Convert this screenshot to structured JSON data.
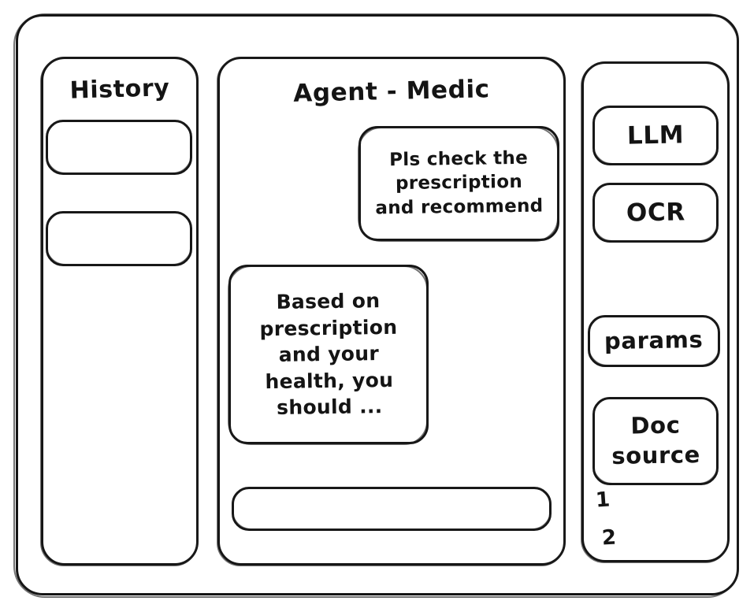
{
  "window": {
    "frame_label": "app-window"
  },
  "sidebar": {
    "title": "History",
    "items": [
      {
        "label": ""
      },
      {
        "label": ""
      }
    ]
  },
  "main": {
    "title": "Agent - Medic",
    "messages": [
      {
        "role": "user",
        "text": "Pls check the\nprescription\nand recommend"
      },
      {
        "role": "agent",
        "text": "Based on\nprescription\nand your\nhealth, you\nshould ..."
      }
    ],
    "composer": {
      "value": "",
      "placeholder": ""
    }
  },
  "tools": {
    "chips": [
      {
        "label": "LLM"
      },
      {
        "label": "OCR"
      },
      {
        "label": "params"
      },
      {
        "label": "Doc\nsource"
      }
    ],
    "sources": [
      {
        "label": "1"
      },
      {
        "label": "2"
      }
    ]
  },
  "colors": {
    "ink": "#141414",
    "paper": "#ffffff"
  }
}
